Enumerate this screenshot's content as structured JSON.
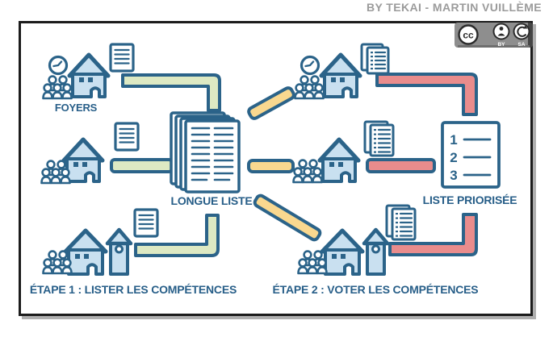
{
  "attribution": {
    "text": "BY TEKAI - MARTIN VUILLÈME"
  },
  "license_badge": {
    "cc_label": "cc",
    "by_label": "BY",
    "sa_label": "SA"
  },
  "labels": {
    "foyers": "FOYERS",
    "longue_liste": "LONGUE LISTE",
    "liste_priorisee": "LISTE PRIORISÉE",
    "etape1": "ÉTAPE 1 : LISTER LES COMPÉTENCES",
    "etape2": "ÉTAPE 2 : VOTER LES COMPÉTENCES"
  },
  "priority_list": {
    "items": [
      "1",
      "2",
      "3"
    ]
  },
  "colors": {
    "outline_blue": "#2b6389",
    "text_blue": "#275e88",
    "house_fill": "#c9e0f0",
    "flow_step1_green": "#dde9c3",
    "flow_transition_yellow": "#f9d88f",
    "flow_step2_red": "#e98c8c",
    "attribution_gray": "#9b9b9b",
    "badge_gray": "#8e8e8e",
    "frame_black": "#1c1c1c"
  },
  "icons": {
    "house-icon": "svg-house",
    "house-tower-icon": "svg-house-with-tower",
    "people-icon": "svg-people-group",
    "clock-icon": "svg-clock",
    "document-icon": "svg-lined-document",
    "numbered-document-icon": "svg-numbered-document-stack",
    "long-list-icon": "svg-page-stack-two-columns",
    "priority-list-icon": "svg-numbered-card",
    "cc-icon": "cc-circle",
    "cc-by-icon": "person-circle",
    "cc-sa-icon": "counterclockwise-arrow-circle"
  }
}
